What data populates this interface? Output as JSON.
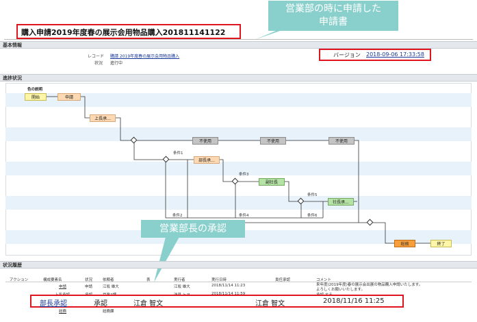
{
  "header": {
    "title": "購入申請2019年度春の展示会用物品購入201811141122"
  },
  "callouts": {
    "top_right": "営業部の時に申請した\n申請書",
    "middle": "営業部長の承認"
  },
  "basic_info": {
    "section_label": "基本情報",
    "record_label": "レコード",
    "record_value": "購請 2019年度春の展示会用物品購入",
    "status_label": "状況",
    "status_value": "進行中",
    "version_label": "バージョン",
    "version_value": "2018-09-06 17:33:58"
  },
  "progress": {
    "section_label": "進捗状況",
    "legend_title": "色の説明",
    "legend_start": "開始",
    "nodes": {
      "apply": "申請",
      "boss": "上長承...",
      "unused1": "不使用",
      "unused2": "不使用",
      "unused3": "不使用",
      "dept_mgr": "部長承...",
      "vp": "副社長",
      "president": "社長承...",
      "general": "総務",
      "end": "終了"
    },
    "conditions": {
      "c1": "条件1",
      "c2": "条件2",
      "c3": "条件3",
      "c4": "条件4",
      "c5": "条件5",
      "c6": "条件6"
    }
  },
  "history": {
    "section_label": "状況履歴",
    "headers": [
      "アクション",
      "構成要素名",
      "状況",
      "依頼者",
      "表",
      "実行者",
      "実行日時",
      "責任承認",
      "コメント"
    ],
    "rows": [
      {
        "name": "申請",
        "status": "申請",
        "requester": "江坂 雄大",
        "executor": "江坂 雄大",
        "datetime": "2018/11/14 11:23",
        "comment1": "来年度(2019年度)春の展示会出展の物品購入申請いたします。",
        "comment2": "よろしくお願いいたします。"
      },
      {
        "name": "上長承認",
        "status": "承認",
        "requester": "営業2課",
        "executor": "浅見 トヨ",
        "datetime": "2018/11/14 11:59",
        "comment1": "承認 する。",
        "comment2": ""
      },
      {
        "name": "部長承認",
        "status": "承認",
        "requester": "江倉 智文",
        "executor": "江倉 智文",
        "datetime": "2018/11/16 11:25",
        "comment1": "",
        "comment2": ""
      },
      {
        "name": "総務",
        "status": "",
        "requester": "総務課",
        "executor": "",
        "datetime": "",
        "comment1": "",
        "comment2": ""
      }
    ]
  },
  "colors": {
    "highlight_red": "#e0141e",
    "callout_teal": "#89d0cc",
    "lane_blue": "#e7f2fb"
  }
}
